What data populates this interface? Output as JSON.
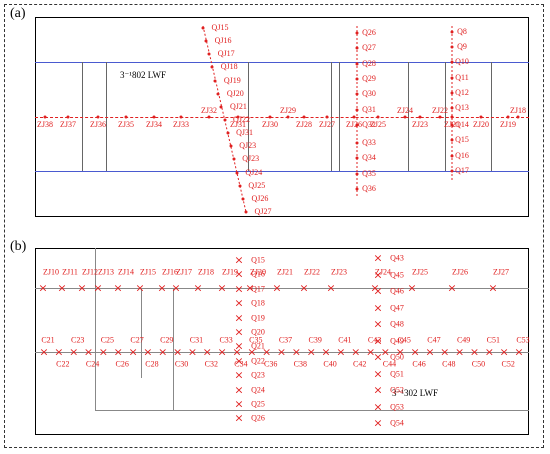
{
  "panel_a": {
    "label": "(a)",
    "face_label": "3⁻¹802 LWF",
    "qj_labels": [
      "QJ15",
      "QJ16",
      "QJ17",
      "QJ18",
      "QJ19",
      "QJ20",
      "QJ21",
      "QJ22",
      "QJ31",
      "QJ23",
      "QJ23",
      "QJ24",
      "QJ25",
      "QJ26",
      "QJ27"
    ],
    "zj_labels": [
      "ZJ38",
      "ZJ37",
      "ZJ36",
      "ZJ35",
      "ZJ34",
      "ZJ33",
      "ZJ32",
      "ZJ31",
      "ZJ30",
      "ZJ29",
      "ZJ28",
      "ZJ27",
      "ZJ26",
      "ZJ25",
      "ZJ24",
      "ZJ23",
      "ZJ22",
      "ZJ21",
      "ZJ20",
      "ZJ19",
      "ZJ18"
    ],
    "q_mid_labels": [
      "Q26",
      "Q27",
      "Q28",
      "Q29",
      "Q30",
      "Q31",
      "Q32",
      "Q33",
      "Q34",
      "Q35",
      "Q36"
    ],
    "q_right_labels": [
      "Q8",
      "Q9",
      "Q10",
      "Q11",
      "Q12",
      "Q13",
      "Q14",
      "Q15",
      "Q16",
      "Q17"
    ]
  },
  "panel_b": {
    "label": "(b)",
    "face_label": "3⁻¹302 LWF",
    "top_row": [
      "ZJ10",
      "ZJ11",
      "ZJ12",
      "ZJ13",
      "ZJ14",
      "ZJ15",
      "ZJ16",
      "ZJ17",
      "ZJ18",
      "ZJ19",
      "ZJ20",
      "ZJ21",
      "ZJ22",
      "ZJ23",
      "ZJ24",
      "ZJ25",
      "ZJ26",
      "ZJ27"
    ],
    "mid_row": [
      "C21",
      "C22",
      "C23",
      "C24",
      "C25",
      "C26",
      "C27",
      "C28",
      "C29",
      "C30",
      "C31",
      "C32",
      "C33",
      "C34",
      "C35",
      "C36",
      "C37",
      "C38",
      "C39",
      "C40",
      "C41",
      "C42",
      "C43",
      "C44",
      "C45",
      "C46",
      "C47",
      "C48",
      "C49",
      "C50",
      "C51",
      "C52",
      "C53"
    ],
    "q_left": [
      "Q15",
      "Q16",
      "Q17",
      "Q18",
      "Q19",
      "Q20",
      "Q21",
      "Q22",
      "Q23",
      "Q24",
      "Q25",
      "Q26"
    ],
    "q_right": [
      "Q43",
      "Q45",
      "Q46",
      "Q47",
      "Q48",
      "Q49",
      "Q50",
      "Q51",
      "Q52",
      "Q53",
      "Q54"
    ]
  }
}
